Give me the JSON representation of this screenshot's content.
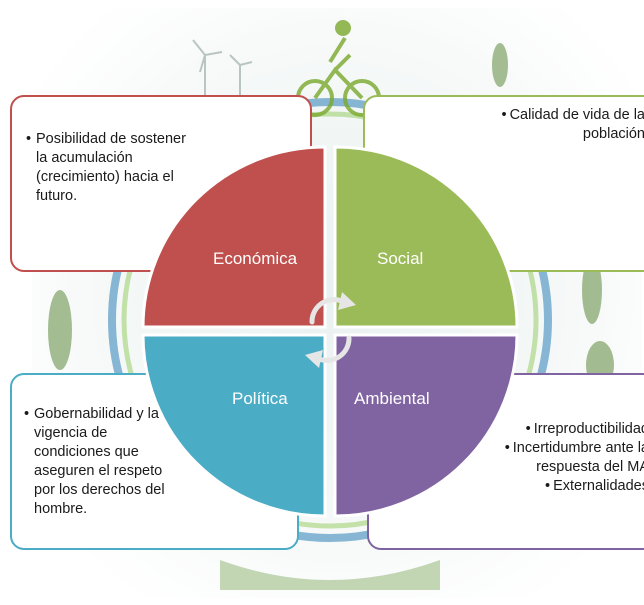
{
  "colors": {
    "economica": "#c0504d",
    "social": "#9bbb59",
    "politica": "#4bacc6",
    "ambiental": "#8064a2"
  },
  "icons": [
    "cycle-arrows-icon",
    "cyclist-icon",
    "wind-turbine-icon"
  ],
  "quadrants": {
    "economica": "Económica",
    "social": "Social",
    "politica": "Política",
    "ambiental": "Ambiental"
  },
  "bullet_symbol": "•",
  "economica_box": {
    "item1": "Posibilidad de sostener la acumulación (crecimiento) hacia el futuro."
  },
  "social_box": {
    "item1_line1": "Calidad de vida de la",
    "item1_line2": "población"
  },
  "politica_box": {
    "item1": "Gobernabilidad y la vigencia de condiciones que aseguren el respeto por los derechos del hombre."
  },
  "ambiental_box": {
    "item1": "Irreproductibilidad",
    "item2_line1": "Incertidumbre ante la",
    "item2_line2": "respuesta del MA",
    "item3": "Externalidades"
  }
}
